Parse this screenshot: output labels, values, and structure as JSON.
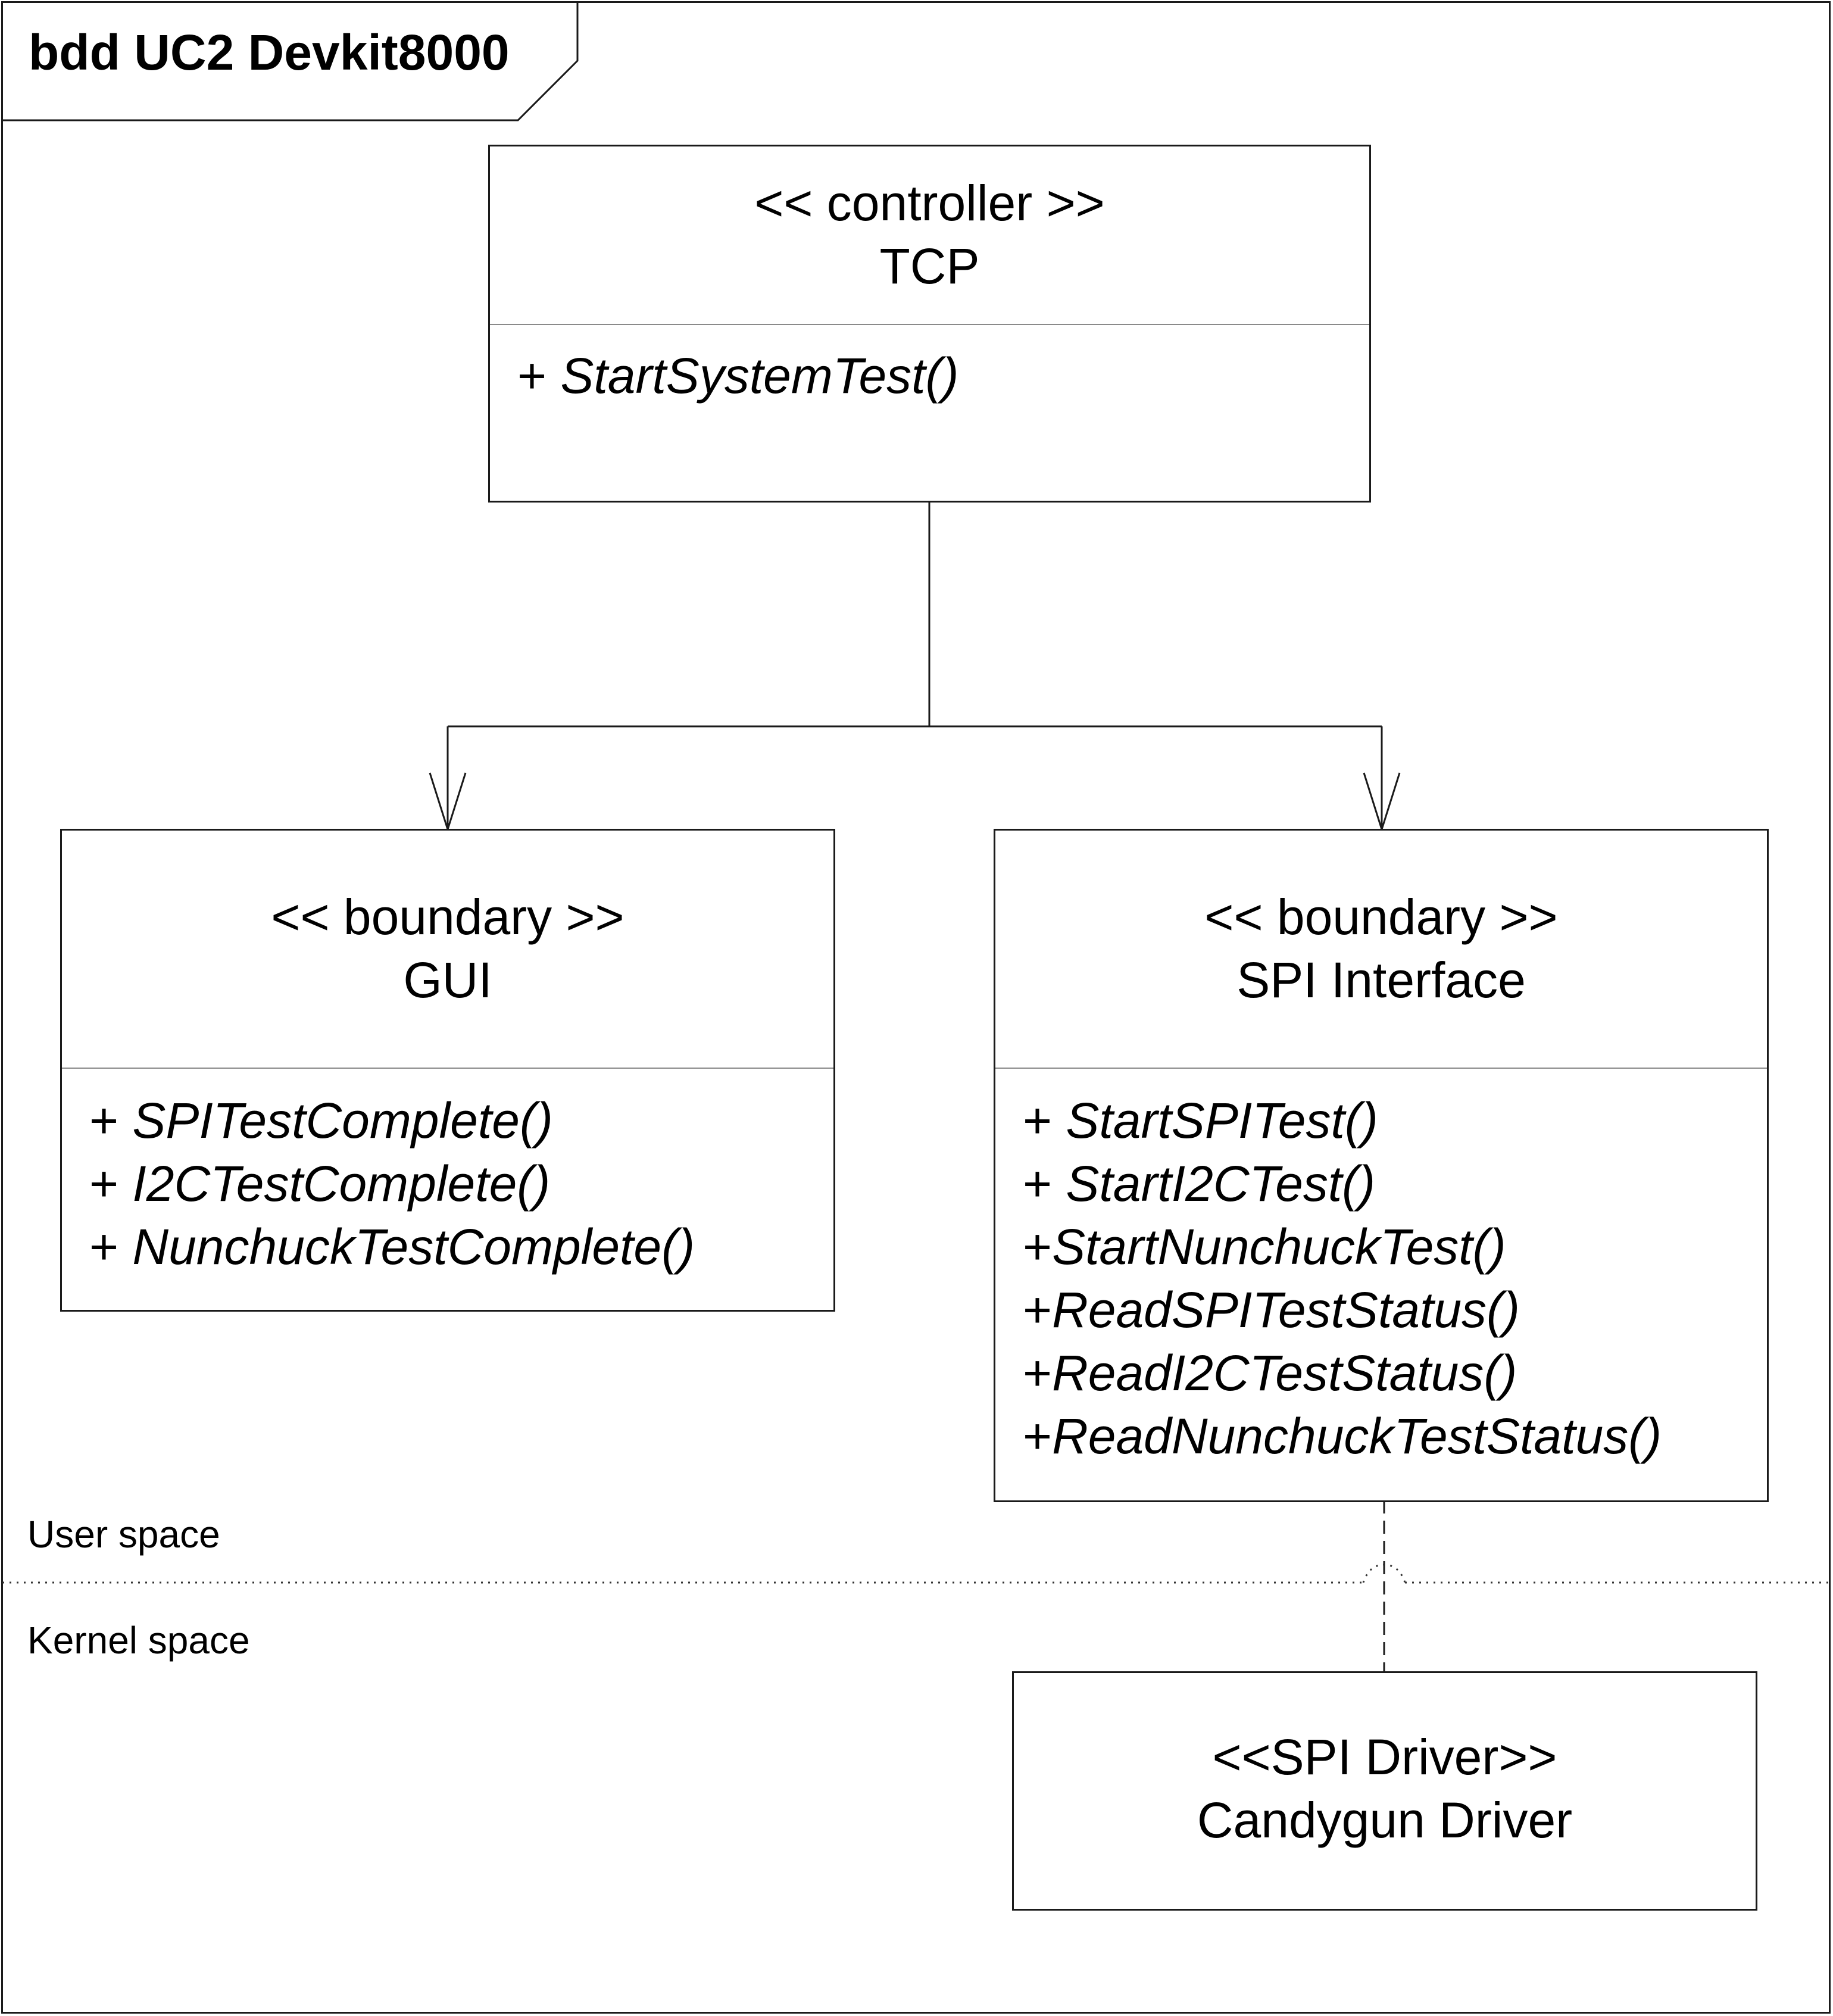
{
  "frame": {
    "title": "bdd UC2 Devkit8000"
  },
  "blocks": {
    "tcp": {
      "stereotype": "<< controller >>",
      "name": "TCP",
      "operations": [
        {
          "vis": "+ ",
          "name": "StartSystemTest()"
        }
      ]
    },
    "gui": {
      "stereotype": "<< boundary >>",
      "name": "GUI",
      "operations": [
        {
          "vis": "+ ",
          "name": "SPITestComplete()"
        },
        {
          "vis": "+ ",
          "name": "I2CTestComplete()"
        },
        {
          "vis": "+ ",
          "name": "NunchuckTestComplete()"
        }
      ]
    },
    "spi": {
      "stereotype": "<< boundary >>",
      "name": "SPI Interface",
      "operations": [
        {
          "vis": "+ ",
          "name": "StartSPITest()"
        },
        {
          "vis": "+ ",
          "name": "StartI2CTest()"
        },
        {
          "vis": "+",
          "name": "StartNunchuckTest()"
        },
        {
          "vis": "+",
          "name": "ReadSPITestStatus()"
        },
        {
          "vis": "+",
          "name": "ReadI2CTestStatus()"
        },
        {
          "vis": "+",
          "name": "ReadNunchuckTestStatus()"
        }
      ]
    },
    "driver": {
      "stereotype": "<<SPI Driver>>",
      "name": "Candygun Driver"
    }
  },
  "spaces": {
    "user": "User space",
    "kernel": "Kernel space"
  }
}
